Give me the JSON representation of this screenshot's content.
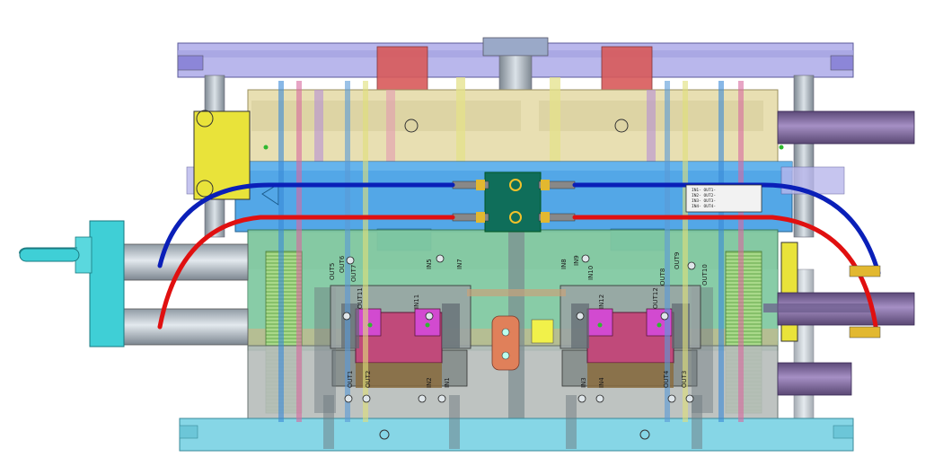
{
  "ports": {
    "out5": "OUT5",
    "out6": "OUT6",
    "out7": "OUT7",
    "in5": "IN5",
    "in7": "IN7",
    "in8": "IN8",
    "in9": "IN9",
    "in10": "IN10",
    "out8": "OUT8",
    "out9": "OUT9",
    "out10": "OUT10",
    "out11": "OUT11",
    "in11": "IN11",
    "in12": "IN12",
    "out12": "OUT12",
    "out1": "OUT1",
    "out2": "OUT2",
    "in2": "IN2",
    "in1": "IN1",
    "in3": "IN3",
    "in4": "IN4",
    "out4": "OUT4",
    "out3": "OUT3"
  },
  "legend_plate": {
    "rows": [
      "IN1- OUT1-",
      "IN2- OUT2-",
      "IN3- OUT3-",
      "IN4- OUT4-"
    ]
  },
  "colors": {
    "blue_hose": "#0a1fb8",
    "red_hose": "#e01010",
    "manifold": "#0f6e5a",
    "plate_lavender": "#b9b7ec",
    "plate_cyan": "#86d6e6",
    "plate_cream": "#e8dfb2",
    "plate_blue": "#4aa3e6",
    "plate_green": "#7fc79f",
    "cylinder_purple": "#8a6fa6",
    "cylinder_cyan": "#3fcfd6"
  }
}
